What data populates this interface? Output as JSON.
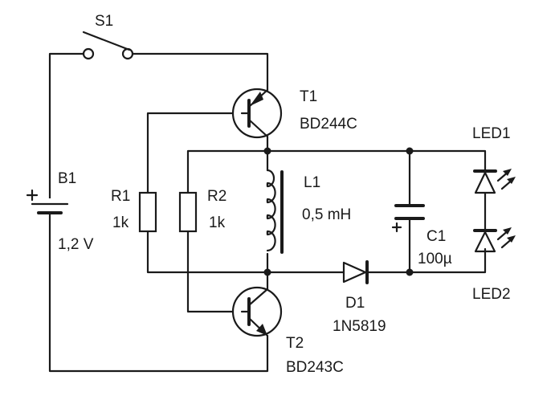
{
  "components": {
    "switch": {
      "ref": "S1"
    },
    "battery": {
      "ref": "B1",
      "value": "1,2 V",
      "polarity": "+"
    },
    "transistor_top": {
      "ref": "T1",
      "part": "BD244C"
    },
    "transistor_bottom": {
      "ref": "T2",
      "part": "BD243C"
    },
    "resistor_1": {
      "ref": "R1",
      "value": "1k"
    },
    "resistor_2": {
      "ref": "R2",
      "value": "1k"
    },
    "inductor": {
      "ref": "L1",
      "value": "0,5 mH"
    },
    "capacitor": {
      "ref": "C1",
      "value": "100µ",
      "polarity": "+"
    },
    "diode": {
      "ref": "D1",
      "part": "1N5819"
    },
    "led_top": {
      "ref": "LED1"
    },
    "led_bottom": {
      "ref": "LED2"
    }
  },
  "colors": {
    "ink": "#1a1a1a",
    "background": "#ffffff"
  }
}
